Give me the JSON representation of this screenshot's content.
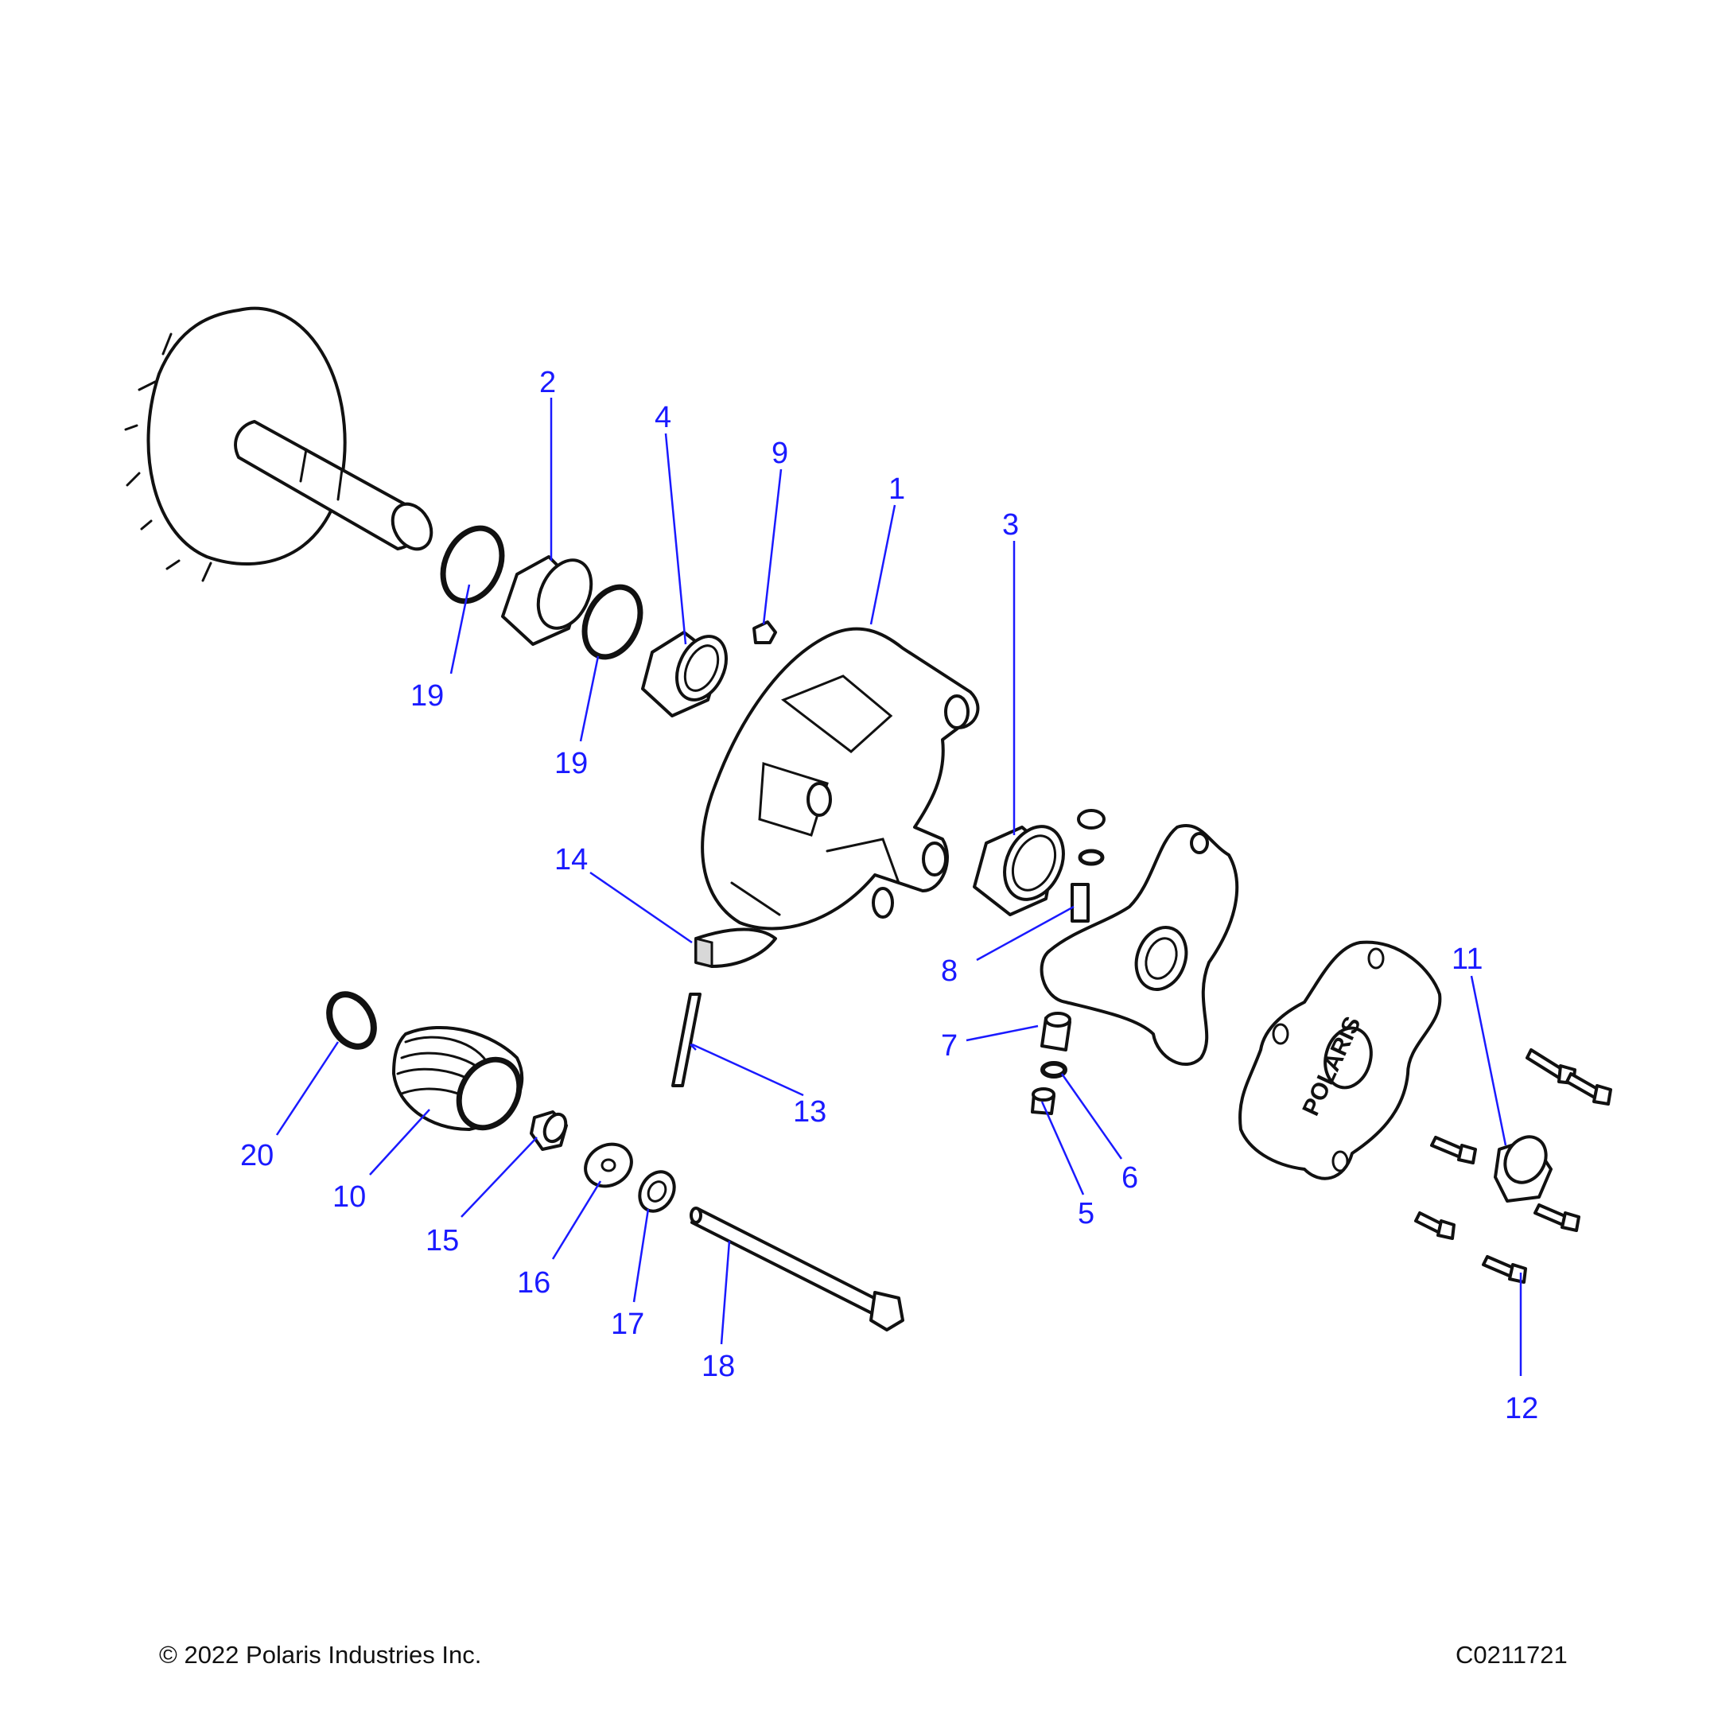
{
  "diagram": {
    "callouts": [
      {
        "id": "1",
        "label": "1"
      },
      {
        "id": "2",
        "label": "2"
      },
      {
        "id": "3",
        "label": "3"
      },
      {
        "id": "4",
        "label": "4"
      },
      {
        "id": "5",
        "label": "5"
      },
      {
        "id": "6",
        "label": "6"
      },
      {
        "id": "7",
        "label": "7"
      },
      {
        "id": "8",
        "label": "8"
      },
      {
        "id": "9",
        "label": "9"
      },
      {
        "id": "10",
        "label": "10"
      },
      {
        "id": "11",
        "label": "11"
      },
      {
        "id": "12",
        "label": "12"
      },
      {
        "id": "13",
        "label": "13"
      },
      {
        "id": "14",
        "label": "14"
      },
      {
        "id": "15",
        "label": "15"
      },
      {
        "id": "16",
        "label": "16"
      },
      {
        "id": "17",
        "label": "17"
      },
      {
        "id": "18",
        "label": "18"
      },
      {
        "id": "19a",
        "label": "19"
      },
      {
        "id": "19b",
        "label": "19"
      },
      {
        "id": "20",
        "label": "20"
      }
    ],
    "logo_text": "POLARIS"
  },
  "footer": {
    "copyright": "© 2022 Polaris Industries Inc.",
    "figure_id": "C0211721"
  },
  "colors": {
    "callout": "#1a1aff",
    "outline": "#111111",
    "background": "#ffffff"
  }
}
